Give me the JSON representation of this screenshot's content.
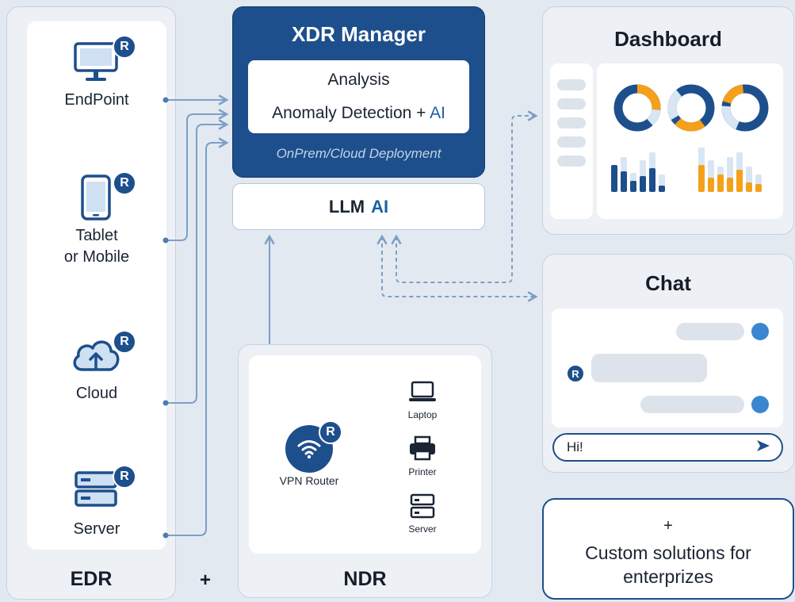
{
  "edr": {
    "title": "EDR",
    "devices": [
      {
        "label": "EndPoint",
        "icon": "monitor-icon",
        "badge": "R"
      },
      {
        "label_line1": "Tablet",
        "label_line2": "or Mobile",
        "icon": "tablet-icon",
        "badge": "R"
      },
      {
        "label": "Cloud",
        "icon": "cloud-upload-icon",
        "badge": "R"
      },
      {
        "label": "Server",
        "icon": "server-icon",
        "badge": "R"
      }
    ]
  },
  "plus": "+",
  "xdr": {
    "title": "XDR Manager",
    "analysis": "Analysis",
    "anomaly_prefix": "Anomaly Detection + ",
    "anomaly_ai": "AI",
    "deployment": "OnPrem/Cloud Deployment"
  },
  "llm": {
    "label": "LLM",
    "ai": "AI"
  },
  "ndr": {
    "title": "NDR",
    "router": {
      "label": "VPN Router",
      "badge": "R",
      "icon": "wifi-icon"
    },
    "devices": [
      {
        "label": "Laptop",
        "icon": "laptop-icon"
      },
      {
        "label": "Printer",
        "icon": "printer-icon"
      },
      {
        "label": "Server",
        "icon": "server-icon"
      }
    ]
  },
  "dashboard": {
    "title": "Dashboard"
  },
  "chat": {
    "title": "Chat",
    "badge": "R",
    "input_value": "Hi!",
    "send_icon": "send-icon"
  },
  "custom": {
    "plus": "+",
    "line1": "Custom solutions for",
    "line2": "enterprizes"
  },
  "colors": {
    "primary": "#1d4f8c",
    "accent_orange": "#f5a01a",
    "accent_blue": "#3b86d1",
    "panel": "#edf1f6",
    "background": "#e3e9f1"
  }
}
